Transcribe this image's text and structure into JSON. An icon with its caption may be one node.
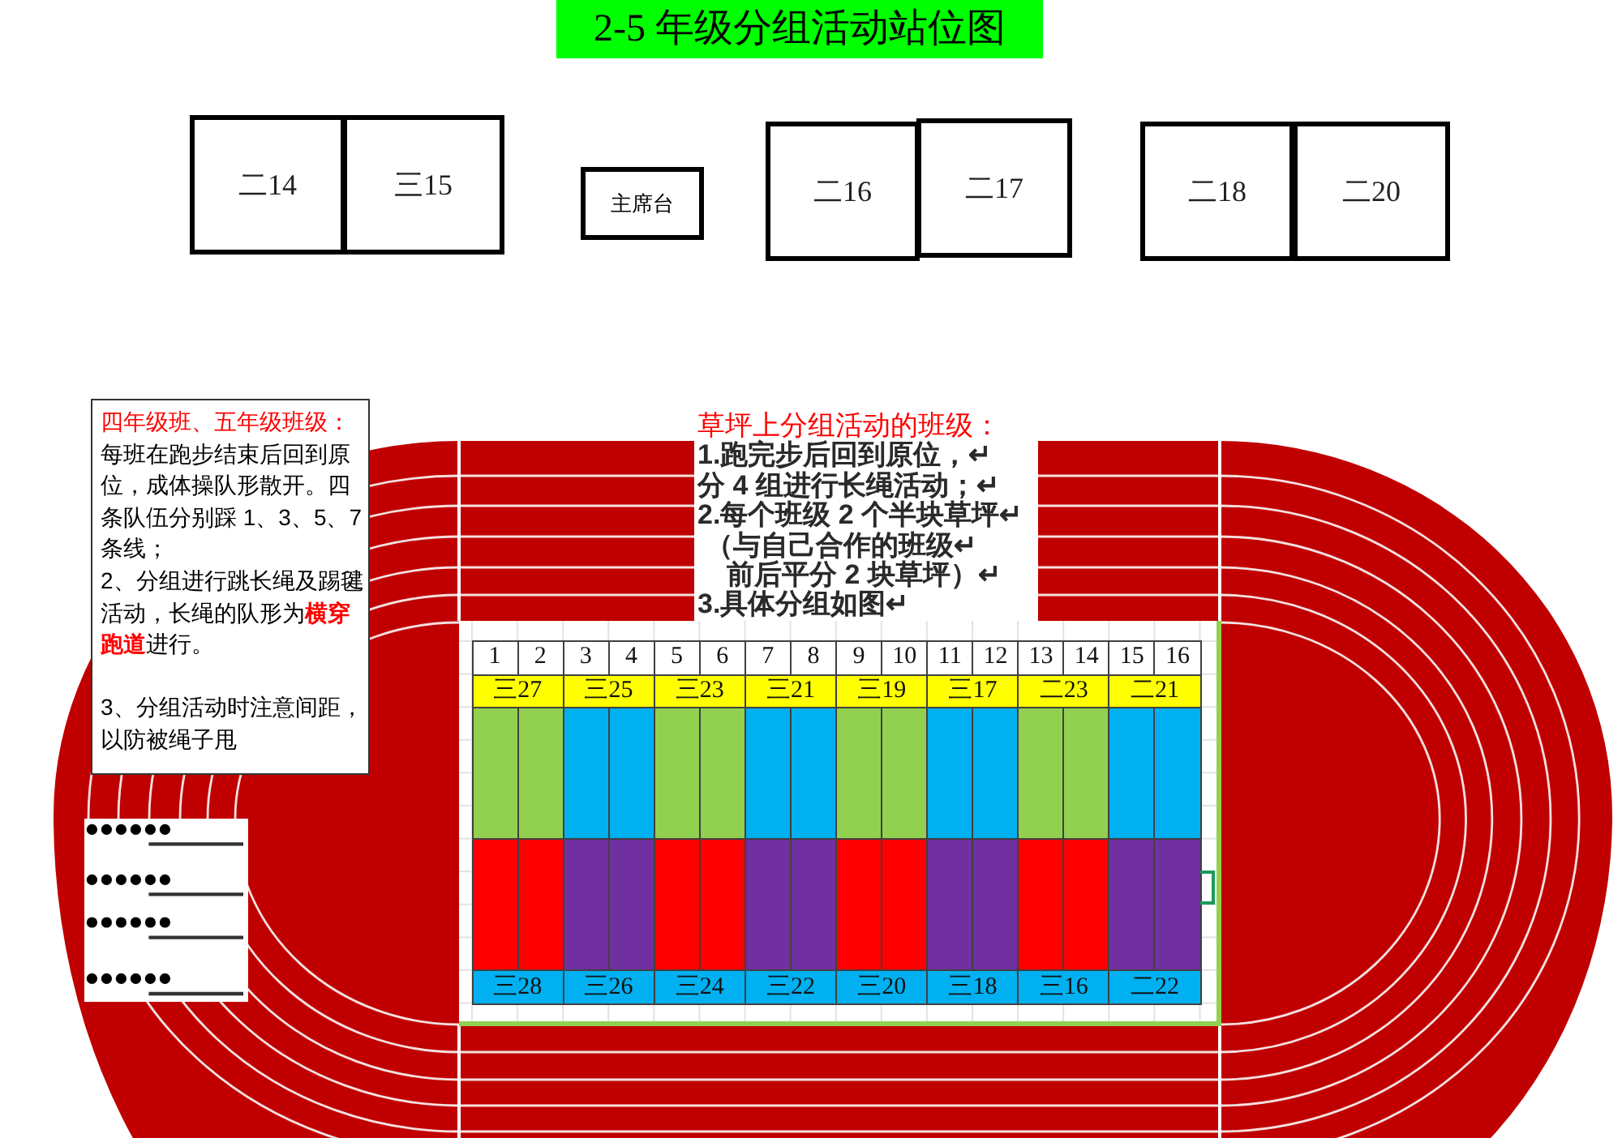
{
  "diagram": {
    "title": "2-5 年级分组活动站位图",
    "nodes": [
      {
        "text": [
          "二14"
        ]
      },
      {
        "text": [
          "三15"
        ]
      },
      {
        "text": [
          "主席台"
        ]
      },
      {
        "text": [
          "二16"
        ]
      },
      {
        "text": [
          "二17"
        ]
      },
      {
        "text": [
          "二18"
        ]
      },
      {
        "text": [
          "二20"
        ]
      },
      {
        "text": [
          "四年级班、五年级班级：",
          "每班在跑步结束后回到原位，成体操队形散开。四条队伍分别踩 1、3、5、7 条线；",
          "2、分组进行跳长绳及踢毽活动，长绳的队形为**横穿跑道**进行。",
          "3、分组活动时注意间距，以防被绳子甩"
        ]
      },
      {
        "text": [
          "草坪上分组活动的班级：",
          "1.跑完步后回到原位，↵",
          "分 4 组进行长绳活动；↵",
          "2.每个班级 2 个半块草坪↵",
          "（与自己合作的班级↵",
          "前后平分 2 块草坪）↵",
          "3.具体分组如图↵"
        ]
      }
    ],
    "labels": [
      "1",
      "2",
      "3",
      "4",
      "5",
      "6",
      "7",
      "8",
      "9",
      "10",
      "11",
      "12",
      "13",
      "14",
      "15",
      "16",
      "三27",
      "三25",
      "三23",
      "三21",
      "三19",
      "三17",
      "二23",
      "二21",
      "三28",
      "三26",
      "三24",
      "三22",
      "三20",
      "三18",
      "三16",
      "二22"
    ]
  }
}
